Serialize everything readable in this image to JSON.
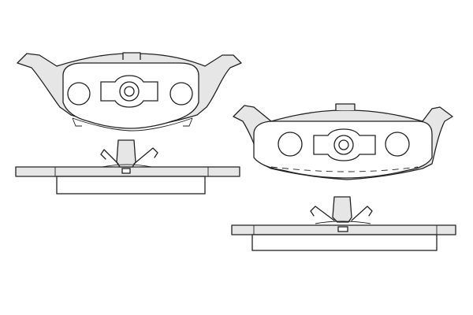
{
  "drawing": {
    "colors": {
      "stroke": "#222222",
      "pad_fill": "#e6e6e6",
      "background": "#ffffff"
    },
    "views": [
      {
        "id": "left-pad-front",
        "kind": "pad-front"
      },
      {
        "id": "left-pad-side",
        "kind": "pad-side-with-clip"
      },
      {
        "id": "right-pad-front",
        "kind": "pad-front"
      },
      {
        "id": "right-pad-side",
        "kind": "pad-side-with-clip"
      }
    ]
  }
}
